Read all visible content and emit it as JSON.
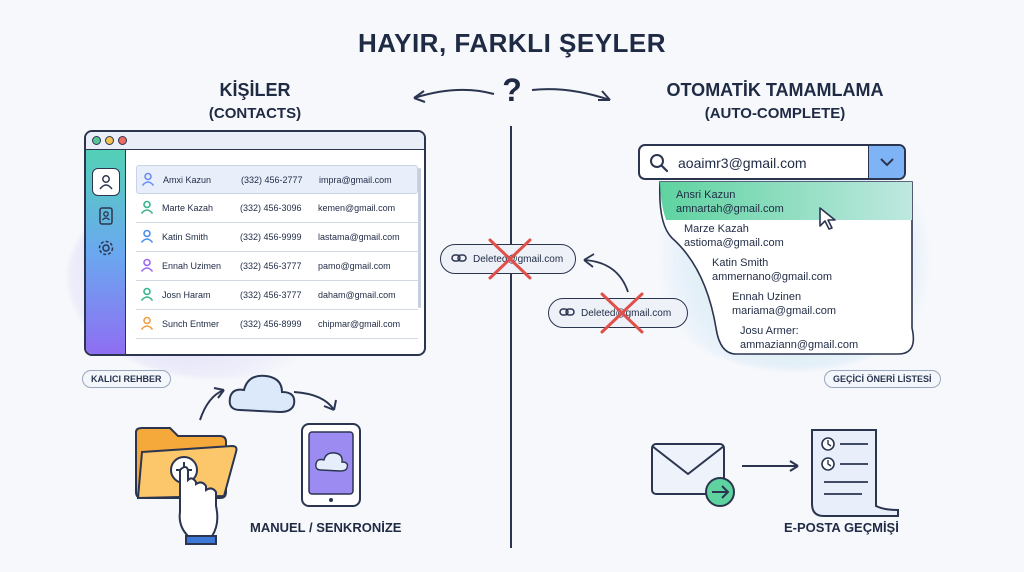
{
  "title": "HAYIR, FARKLI ŞEYLER",
  "question_mark": "?",
  "left": {
    "heading": "KİŞİLER",
    "subheading": "(CONTACTS)",
    "contacts": [
      {
        "name": "Amxi Kazun",
        "phone": "(332) 456-2777",
        "email": "impra@gmail.com",
        "icon_color": "#6c8ef5"
      },
      {
        "name": "Marte Kazah",
        "phone": "(332) 456-3096",
        "email": "kemen@gmail.com",
        "icon_color": "#3bb38f"
      },
      {
        "name": "Katin Smith",
        "phone": "(332) 456-9999",
        "email": "lastama@gmail.com",
        "icon_color": "#4a8ff0"
      },
      {
        "name": "Ennah Uzimen",
        "phone": "(332) 456-3777",
        "email": "pamo@gmail.com",
        "icon_color": "#9b6cf0"
      },
      {
        "name": "Josn Haram",
        "phone": "(332) 456-3777",
        "email": "daham@gmail.com",
        "icon_color": "#3bb38f"
      },
      {
        "name": "Sunch Entmer",
        "phone": "(332) 456-8999",
        "email": "chipmar@gmail.com",
        "icon_color": "#f0a040"
      }
    ],
    "label": "KALICI REHBER",
    "caption": "MANUEL / SENKRONİZE"
  },
  "right": {
    "heading": "OTOMATİK TAMAMLAMA",
    "subheading": "(AUTO-COMPLETE)",
    "search_value": "aoaimr3@gmail.com",
    "suggestions": [
      {
        "name": "Ansri Kazun",
        "email": "amnartah@gmail.com"
      },
      {
        "name": "Marze Kazah",
        "email": "astioma@gmail.com"
      },
      {
        "name": "Katin Smith",
        "email": "ammernano@gmail.com"
      },
      {
        "name": "Ennah Uzinen",
        "email": "mariama@gmail.com"
      },
      {
        "name": "Josu Armer:",
        "email": "ammazіann@gmail.com"
      }
    ],
    "label": "GEÇİCİ ÖNERİ LİSTESİ",
    "caption": "E-POSTA GEÇMİŞİ"
  },
  "deleted_pills": [
    {
      "text": "Deleted@gmail.com"
    },
    {
      "text": "Deleted@gmail.com"
    }
  ],
  "colors": {
    "ink": "#2b3550",
    "accent_blue": "#7eb3f5",
    "accent_green": "#5ed3a0",
    "cross_red": "#e0504a"
  }
}
